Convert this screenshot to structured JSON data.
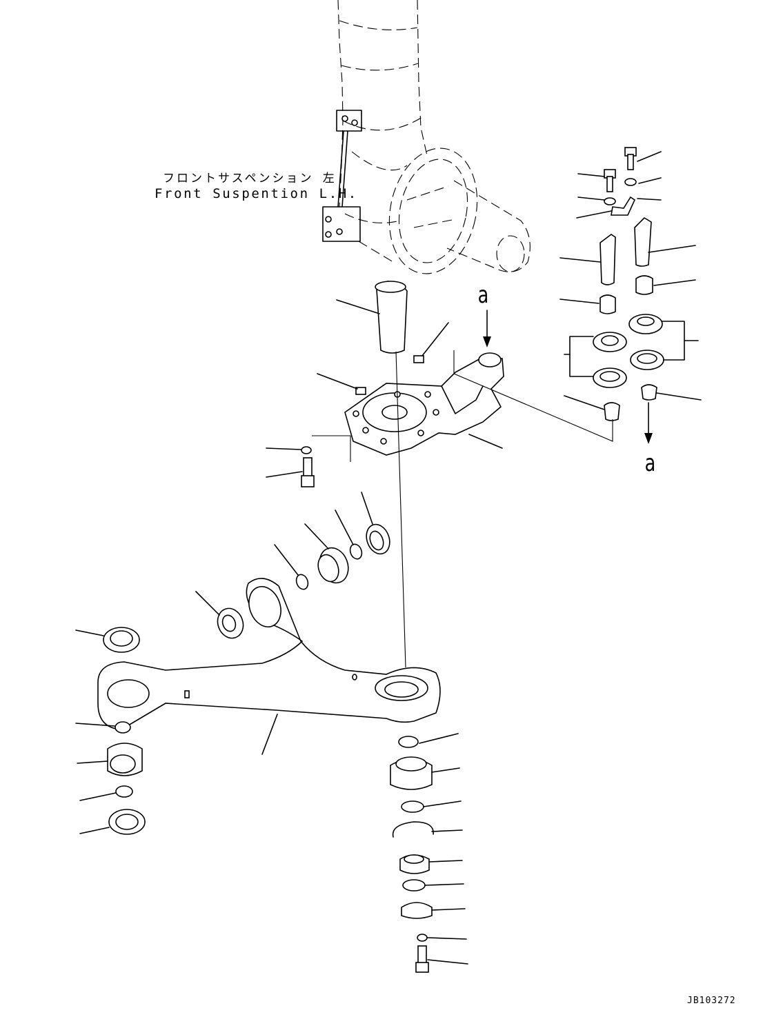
{
  "diagram": {
    "title_jp": "フロントサスペンション 左",
    "title_en": "Front Suspention L.H.",
    "view_marker": "a",
    "drawing_code": "JB103272"
  }
}
